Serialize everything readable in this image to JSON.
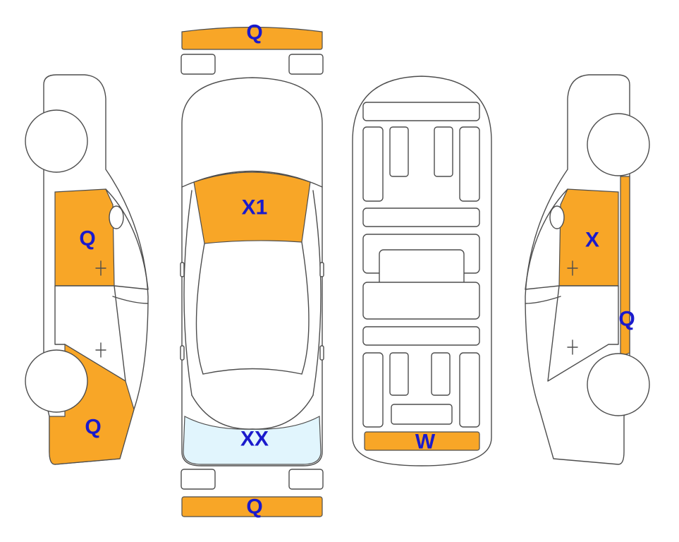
{
  "colors": {
    "damage": "#f8a627",
    "glass": "#e1f5fd",
    "outline": "#4d4d4d",
    "label": "#1a1acc"
  },
  "labels": {
    "front_bumper": "Q",
    "rear_bumper": "Q",
    "windshield": "X1",
    "rear_window": "XX",
    "trunk_floor": "W",
    "left_front_door": "Q",
    "left_front_fender": "Q",
    "right_front_door": "X",
    "right_pillar": "Q"
  }
}
